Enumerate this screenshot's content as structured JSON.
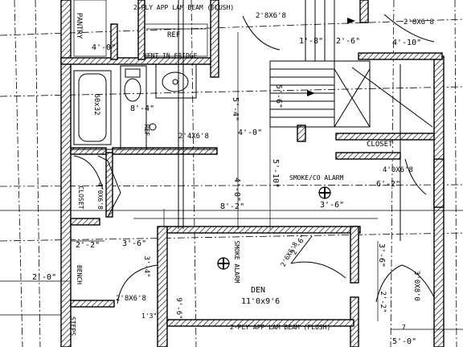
{
  "labels": {
    "pantry": "PANTRY",
    "beam_top": "2-PLY APP LAM BEAM (FLUSH)",
    "d_4_0_top": "4'-0\"",
    "door_2x6x8_top": "2'8X6'8",
    "d_1_8": "1'-8\"",
    "d_2_6": "2'-6\"",
    "door_2x6x8_topright": "2'8X6'8",
    "d_4_10": "4'-10\"",
    "ref": "REF",
    "vent_fridge": "VENT IN FRIDGE",
    "tub": "60x32",
    "d_8_4": "8'-4\"",
    "ref_rot": "REF",
    "d_5_4": "5'-4\"",
    "d_5_6": "5'-6\"",
    "door_2x4x6_8": "2'4X6'8",
    "d_4_0_mid": "4'-0\"",
    "closet_right": "CLOSET",
    "d_5_10": "5'-10\"",
    "smoke_co": "SMOKE/CO ALARM",
    "door_4x6_8": "4'0X6'8",
    "d_6_2": "6'-2\"",
    "d_4_0_vert": "4'-0\"",
    "closet_left": "CLOSET",
    "door_4x6_8_left": "4'0X6'8",
    "d_8_2": "8'-2\"",
    "d_3_6_right": "3'-6\"",
    "d_2_2_left": "2'-2\"",
    "d_3_6_left": "3'-6\"",
    "smoke_alarm": "SMOKE ALARM",
    "d_2_6_den": "2'-6\"",
    "door_den": "2'6X6'8",
    "d_3_6_den_right": "3'-6\"",
    "bench": "BENCH",
    "d_3_4": "3'-4\"",
    "den_title": "DEN",
    "den_size": "11'0x9'6",
    "d_3_0x8_0": "3'0X8'0",
    "d_2_0": "2'-0\"",
    "door_2x6x8_bottom": "2'8X6'8",
    "d_2_2_right": "2'-2\"",
    "d_9_6": "9'-6\"",
    "beam_bottom": "2-PLY APP LAM BEAM (FLUSH)",
    "steps": "STEPS",
    "d_5_0": "5'-0\"",
    "d_7": "7",
    "d_13": "1'3\""
  }
}
